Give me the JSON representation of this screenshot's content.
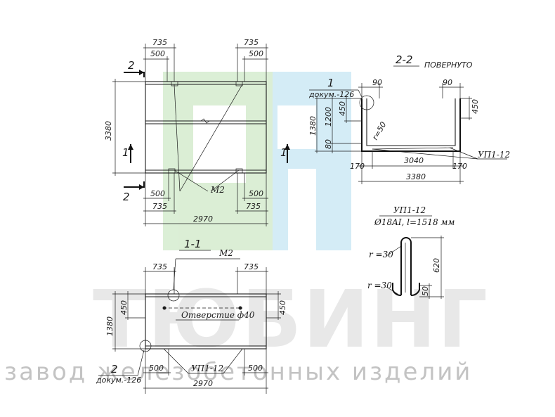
{
  "watermark": {
    "brand": "ТЮБИНГ",
    "subtitle": "завод железобетонных изделий",
    "logo_colors": {
      "green": "#cfe9c8",
      "blue": "#c6e6f4"
    }
  },
  "plan": {
    "dims_top": [
      "735",
      "500",
      "735",
      "500"
    ],
    "dims_bottom": [
      "500",
      "735",
      "500",
      "735"
    ],
    "height_dim": "3380",
    "width_dim": "2970",
    "section_2": "2",
    "section_1": "1",
    "mark_m2": "M2"
  },
  "section22": {
    "title": "2-2",
    "subtitle": "ПОВЕРНУТО",
    "callout_num": "1",
    "callout_doc": "докум.-126",
    "dim_90_left": "90",
    "dim_90_right": "90",
    "dim_450_left": "450",
    "dim_450_right": "450",
    "dim_1200": "1200",
    "dim_1380": "1380",
    "dim_80": "80",
    "radius": "r=50",
    "dim_170_left": "170",
    "dim_3040": "3040",
    "dim_170_right": "170",
    "dim_3380": "3380",
    "part": "УП1-12"
  },
  "section11": {
    "title": "1-1",
    "mark_m2": "M2",
    "dim_735_left": "735",
    "dim_735_right": "735",
    "dim_450_left": "450",
    "dim_450_right": "450",
    "dim_1380": "1380",
    "hole_label": "Отверстие ф40",
    "callout_num": "2",
    "callout_doc": "докум.-126",
    "dim_500_left": "500",
    "part": "УП1-12",
    "dim_500_right": "500",
    "dim_2970": "2970"
  },
  "detail": {
    "title": "УП1-12",
    "spec": "Ø18AI, l=1518 мм",
    "r1": "r =30",
    "r2": "r =30",
    "dim_620": "620",
    "dim_50": "50"
  }
}
